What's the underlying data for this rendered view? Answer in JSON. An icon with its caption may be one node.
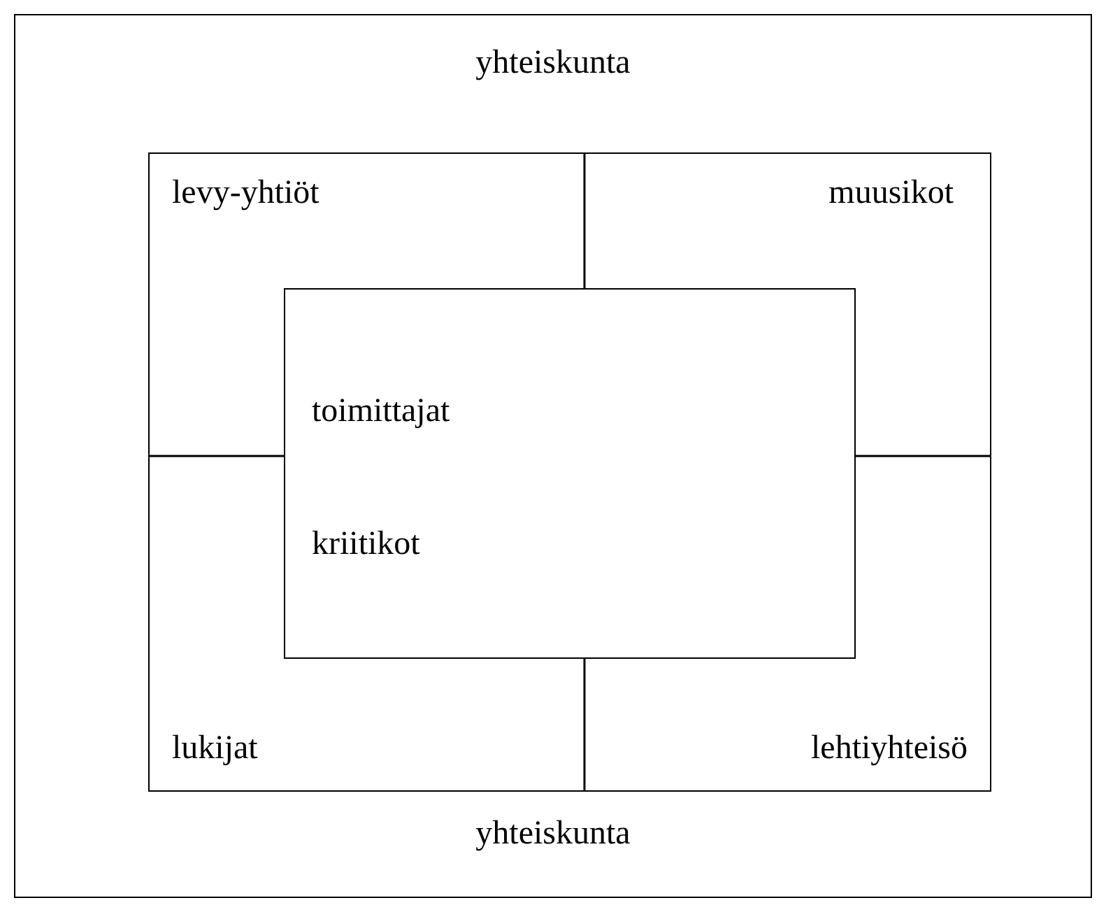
{
  "diagram": {
    "nodes": [
      {
        "text": [
          "yhteiskunta",
          "yhteiskunta"
        ]
      },
      {
        "text": [],
        "shape": "box",
        "in": 0
      },
      {
        "text": [
          "toimittajat",
          "kriitikot"
        ],
        "in": 1
      }
    ],
    "labels": [
      "levy-yhtiöt",
      "muusikot",
      "lukijat",
      "lehtiyhteisö"
    ]
  }
}
